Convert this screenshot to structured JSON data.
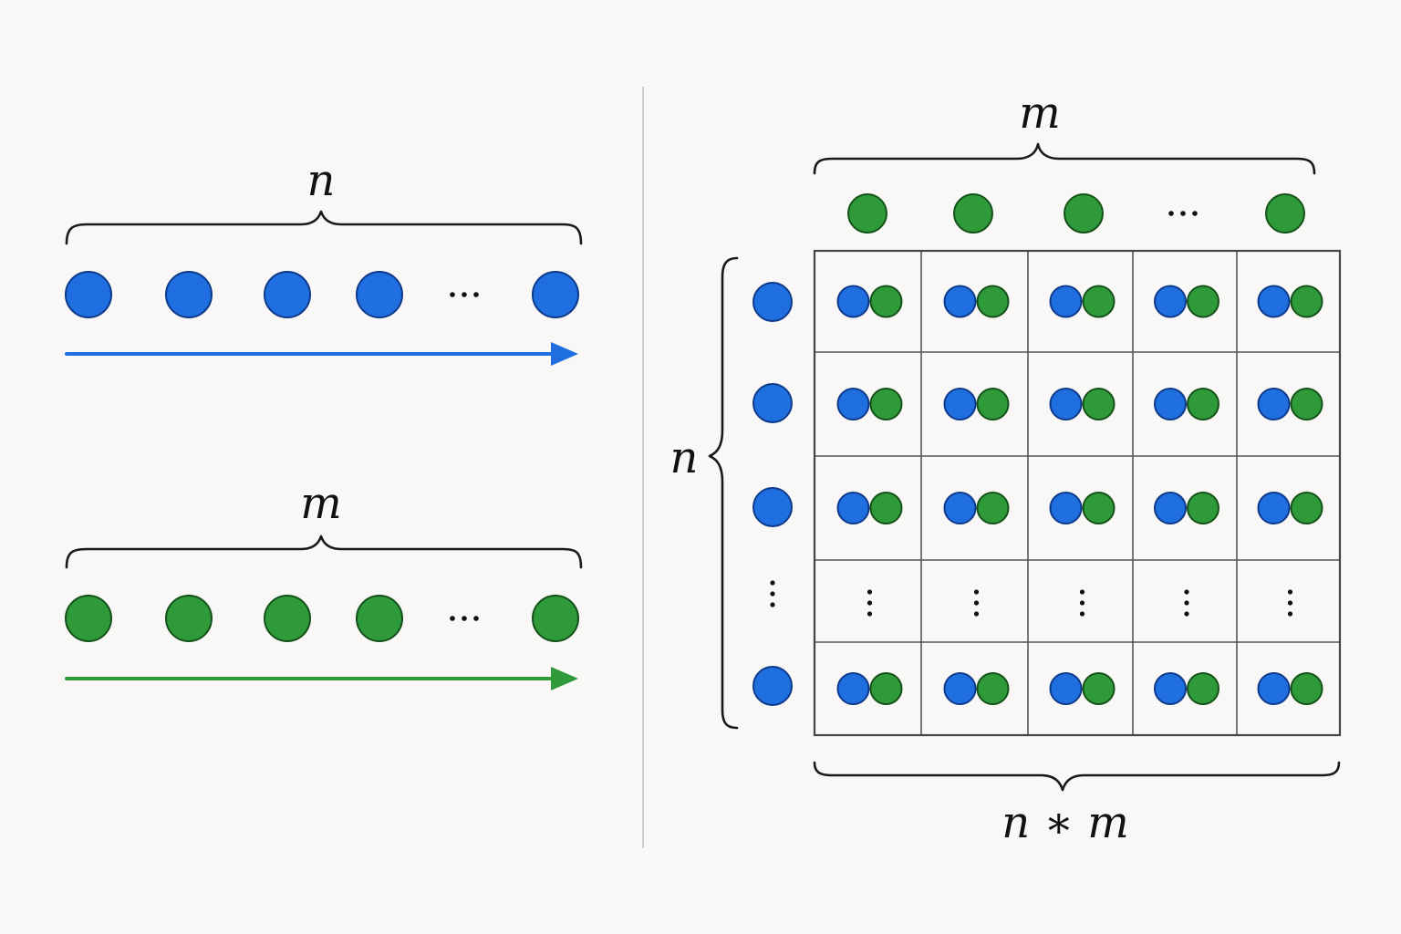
{
  "colors": {
    "background": "#f9f8f6",
    "blue_fill": "#1f6fe0",
    "blue_stroke": "#0d3a8a",
    "green_fill": "#2f9a3a",
    "green_stroke": "#14521a",
    "divider": "#cfcfcf",
    "ink": "#111111"
  },
  "left_panel": {
    "sequence_a": {
      "label": "n",
      "items": [
        "blue-element",
        "blue-element",
        "blue-element",
        "blue-element",
        "ellipsis",
        "blue-element"
      ]
    },
    "sequence_b": {
      "label": "m",
      "items": [
        "green-element",
        "green-element",
        "green-element",
        "green-element",
        "ellipsis",
        "green-element"
      ]
    }
  },
  "right_panel": {
    "top_label": "m",
    "left_label": "n",
    "bottom_label": "n ∗ m",
    "column_headers": [
      "green-element",
      "green-element",
      "green-element",
      "ellipsis",
      "green-element"
    ],
    "row_headers": [
      "blue-element",
      "blue-element",
      "blue-element",
      "vertical-ellipsis",
      "blue-element"
    ],
    "cells": [
      [
        "pair",
        "pair",
        "pair",
        "pair",
        "pair"
      ],
      [
        "pair",
        "pair",
        "pair",
        "pair",
        "pair"
      ],
      [
        "pair",
        "pair",
        "pair",
        "pair",
        "pair"
      ],
      [
        "vertical-ellipsis",
        "vertical-ellipsis",
        "vertical-ellipsis",
        "vertical-ellipsis",
        "vertical-ellipsis"
      ],
      [
        "pair",
        "pair",
        "pair",
        "pair",
        "pair"
      ]
    ]
  }
}
